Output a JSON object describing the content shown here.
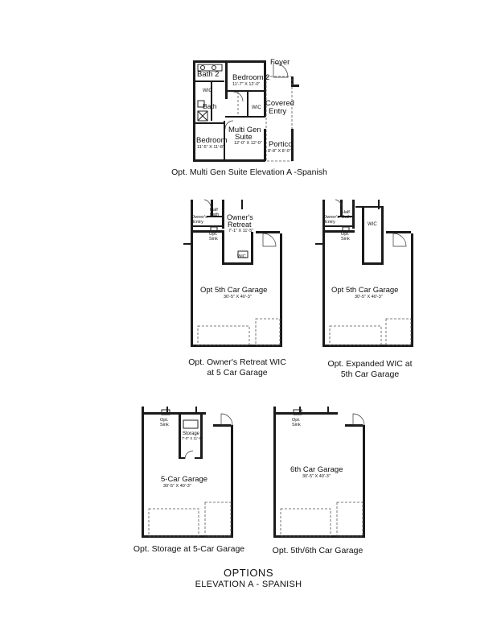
{
  "plans": {
    "multi_gen": {
      "caption": "Opt. Multi Gen Suite Elevation A -Spanish",
      "rooms": {
        "bath2": "Bath 2",
        "bedroom2": "Bedroom 2",
        "bedroom2_dim": "11'-7\" X 12'-0\"",
        "foyer": "Foyer",
        "wic": "WIC",
        "bath": "Bath",
        "wic2": "WIC",
        "covered_entry_1": "Covered",
        "covered_entry_2": "Entry",
        "multi_gen_1": "Multi Gen",
        "multi_gen_2": "Suite",
        "multi_gen_dim": "12'-0\" X 12'-0\"",
        "bedroom": "Bedroom",
        "bedroom_dim": "11'-5\" X 11'-8\"",
        "portico": "Portico",
        "portico_dim": "8'-8\" X 8'-0\""
      }
    },
    "owners_retreat": {
      "caption_1": "Opt. Owner's Retreat WIC",
      "caption_2": "at 5 Car Garage",
      "rooms": {
        "owners_entry_1": "Owner's",
        "owners_entry_2": "Entry",
        "half_bath_1": "Half",
        "half_bath_2": "Bath",
        "retreat_1": "Owner's",
        "retreat_2": "Retreat",
        "retreat_dim": "7'-1\" X 11'-5\"",
        "opt_sink_1": "Opt.",
        "opt_sink_2": "Sink",
        "wic": "WIC",
        "garage": "Opt 5th Car Garage",
        "garage_dim": "30'-5\" X 40'-3\""
      }
    },
    "expanded_wic": {
      "caption_1": "Opt. Expanded WIC at",
      "caption_2": "5th Car Garage",
      "rooms": {
        "owners_entry_1": "Owner's",
        "owners_entry_2": "Entry",
        "half_bath_1": "Half",
        "half_bath_2": "Bath",
        "opt_sink_1": "Opt.",
        "opt_sink_2": "Sink",
        "wic": "WIC",
        "garage": "Opt 5th Car Garage",
        "garage_dim": "30'-5\" X 40'-3\""
      }
    },
    "storage": {
      "caption": "Opt. Storage at 5-Car Garage",
      "rooms": {
        "opt_sink_1": "Opt.",
        "opt_sink_2": "Sink",
        "storage": "Storage",
        "storage_dim": "7'-0\" X 11'-9\"",
        "garage": "5-Car Garage",
        "garage_dim": "30'-5\" X 40'-3\""
      }
    },
    "sixth_car": {
      "caption": "Opt. 5th/6th Car Garage",
      "rooms": {
        "opt_sink_1": "Opt.",
        "opt_sink_2": "Sink",
        "garage": "6th Car Garage",
        "garage_dim": "30'-5\" X 40'-3\""
      }
    }
  },
  "footer": {
    "title": "OPTIONS",
    "subtitle": "ELEVATION A - SPANISH"
  }
}
